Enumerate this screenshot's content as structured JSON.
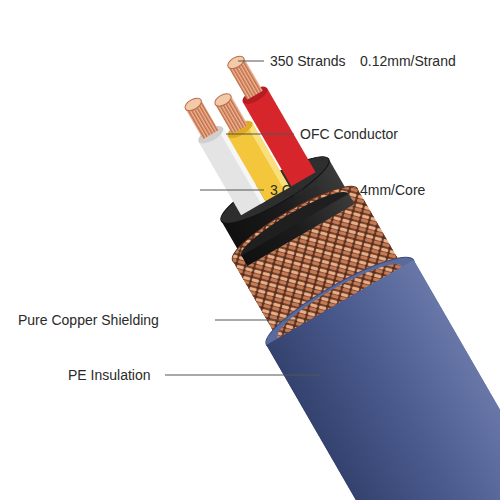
{
  "diagram": {
    "labels": [
      "350 Strands",
      "0.12mm/Strand",
      "OFC Conductor",
      "3 Cores",
      "4mm/Core",
      "Pure Copper Shielding",
      "PE Insulation"
    ]
  }
}
